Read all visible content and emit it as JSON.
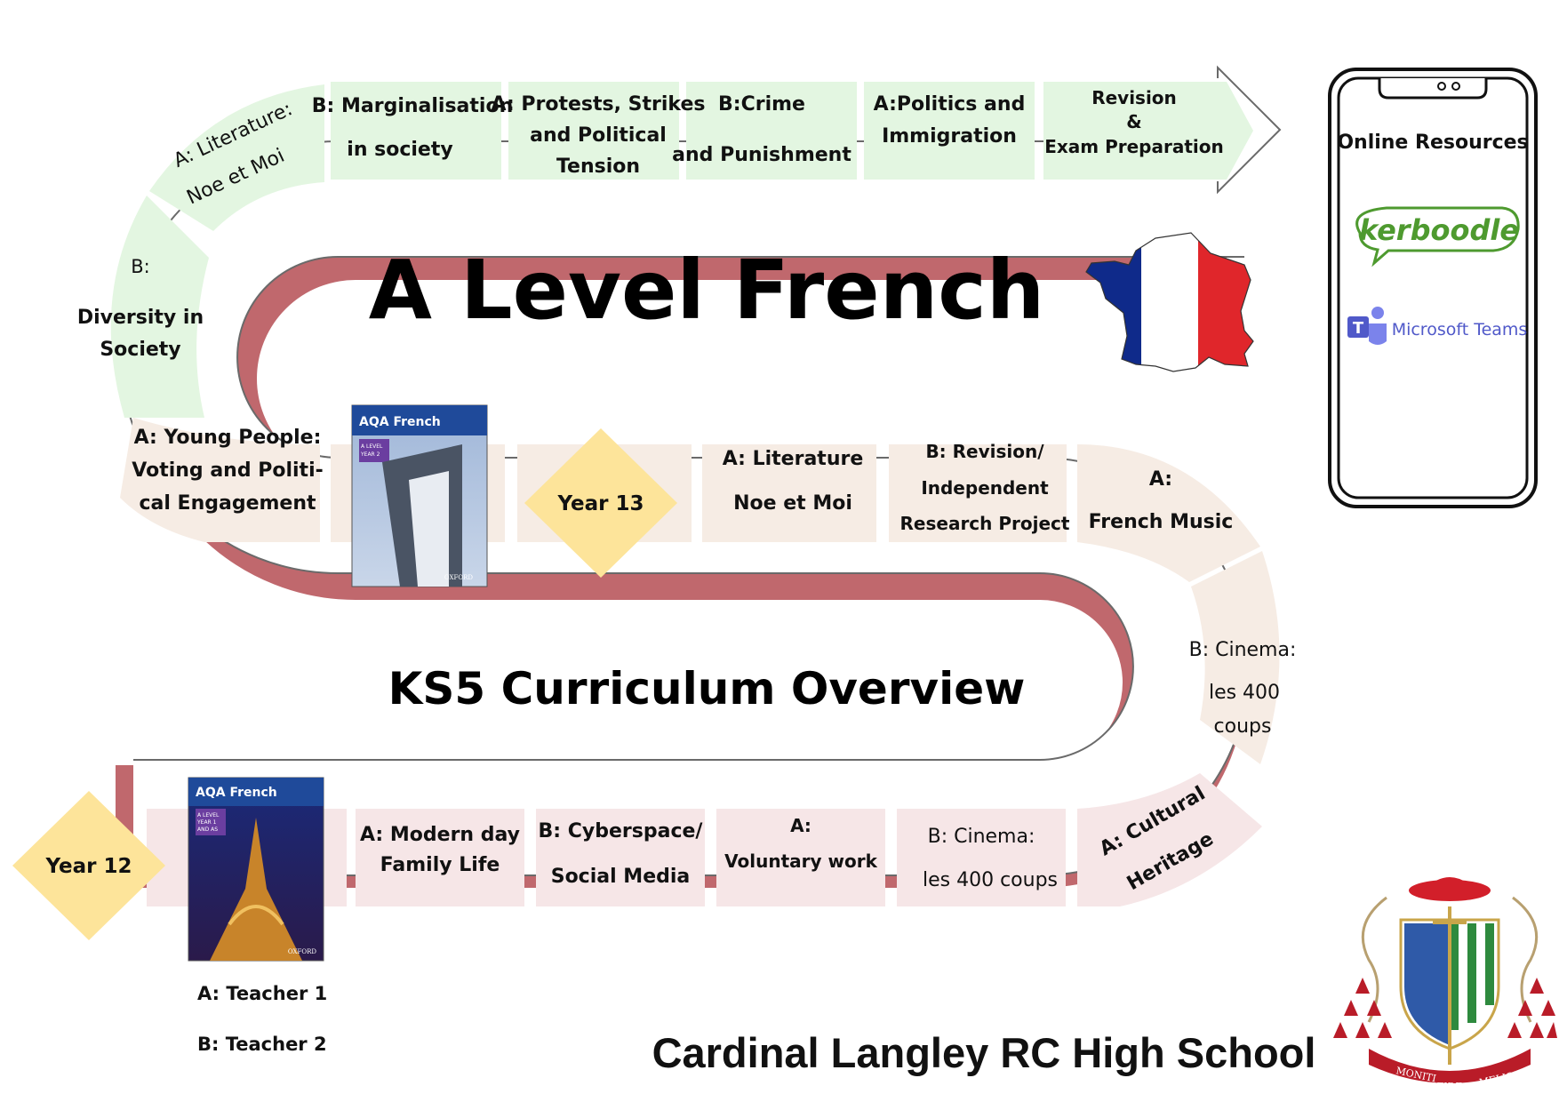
{
  "title": "A Level French",
  "subtitle": "KS5 Curriculum Overview",
  "school": "Cardinal Langley RC High School",
  "phone": {
    "title": "Online Resources",
    "kerboodle": "kerboodle",
    "teams": "Microsoft Teams"
  },
  "year12": "Year 12",
  "year13": "Year 13",
  "book_year2": {
    "brand": "AQA French",
    "level": "A LEVEL",
    "year": "YEAR 2",
    "publisher": "OXFORD"
  },
  "book_year1": {
    "brand": "AQA French",
    "level": "A LEVEL",
    "year": "YEAR 1",
    "and_as": "AND AS",
    "publisher": "OXFORD"
  },
  "teachers": {
    "a": "A: Teacher 1",
    "b": "B: Teacher 2"
  },
  "tiles": {
    "modern_day_1": "A: Modern day",
    "modern_day_2": "Family Life",
    "cyber_1": "B: Cyberspace/",
    "cyber_2": "Social Media",
    "voluntary_1": "A:",
    "voluntary_2": "Voluntary work",
    "cinema12_1": "B: Cinema:",
    "cinema12_2": "les 400 coups",
    "cultural_1": "A: Cultural",
    "cultural_2": "Heritage",
    "cinema_curve_1": "B: Cinema:",
    "cinema_curve_2": "les 400",
    "cinema_curve_3": "coups",
    "music_1": "A:",
    "music_2": "French Music",
    "revision_ind_1": "B: Revision/",
    "revision_ind_2": "Independent",
    "revision_ind_3": "Research Project",
    "lit13_1": "A: Literature",
    "lit13_2": "Noe et Moi",
    "young_1": "A: Young People:",
    "young_2": "Voting and Politi-",
    "young_3": "cal Engagement",
    "diversity_1": "B:",
    "diversity_2": "Diversity in",
    "diversity_3": "Society",
    "lit_curve_1": "A: Literature:",
    "lit_curve_2": "Noe et Moi",
    "margin_1": "B:  Marginalisation",
    "margin_2": "in society",
    "protests_1": "A: Protests, Strikes",
    "protests_2": "and Political",
    "protests_3": "Tension",
    "crime_1": "B:Crime",
    "crime_2": "and Punishment",
    "politics_1": "A:Politics and",
    "politics_2": "Immigration",
    "revision_1": "Revision",
    "revision_2": "&",
    "revision_3": "Exam Preparation"
  },
  "motto": [
    "MONITI",
    "FIDE",
    "MELIORA"
  ],
  "colors": {
    "tile_green": "#e3f6e1",
    "tile_beige": "#f6ece4",
    "tile_pink": "#f6e6e7",
    "road_shadow": "#c0686d",
    "year_diamond": "#fde49a",
    "flag_blue": "#0f2a8a",
    "flag_red": "#e0262b",
    "kerboodle_green": "#4e9a2f",
    "teams_purple": "#5059c9"
  }
}
